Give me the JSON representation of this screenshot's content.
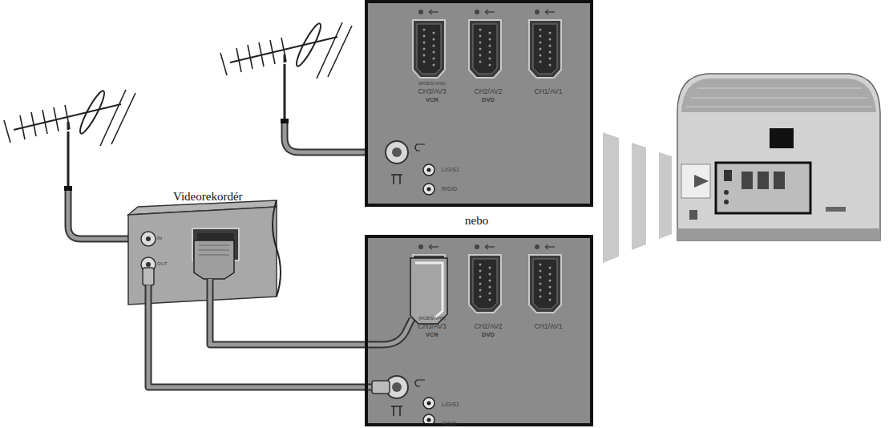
{
  "diagram": {
    "nodes": [
      {
        "text": [
          "(RGB/S-VHS)",
          "CH3/AV3",
          "VCR",
          "CH2/AV2",
          "DVD",
          "CH1/AV1",
          "L/G/S1",
          "R/D/D"
        ]
      },
      {
        "text": [
          "Videorekordér",
          "IN",
          "OUT"
        ]
      },
      {
        "text": [
          "(RGB/S-VHS)",
          "CH3/AV3",
          "VCR",
          "CH2/AV2",
          "DVD",
          "CH1/AV1",
          "L/G/S1",
          "R/D/D"
        ]
      }
    ],
    "edges": [
      {
        "from": 1,
        "to": 2,
        "arrow": "none"
      },
      {
        "from": 1,
        "to": 2,
        "arrow": "none"
      }
    ],
    "labels": [
      "nebo"
    ]
  }
}
